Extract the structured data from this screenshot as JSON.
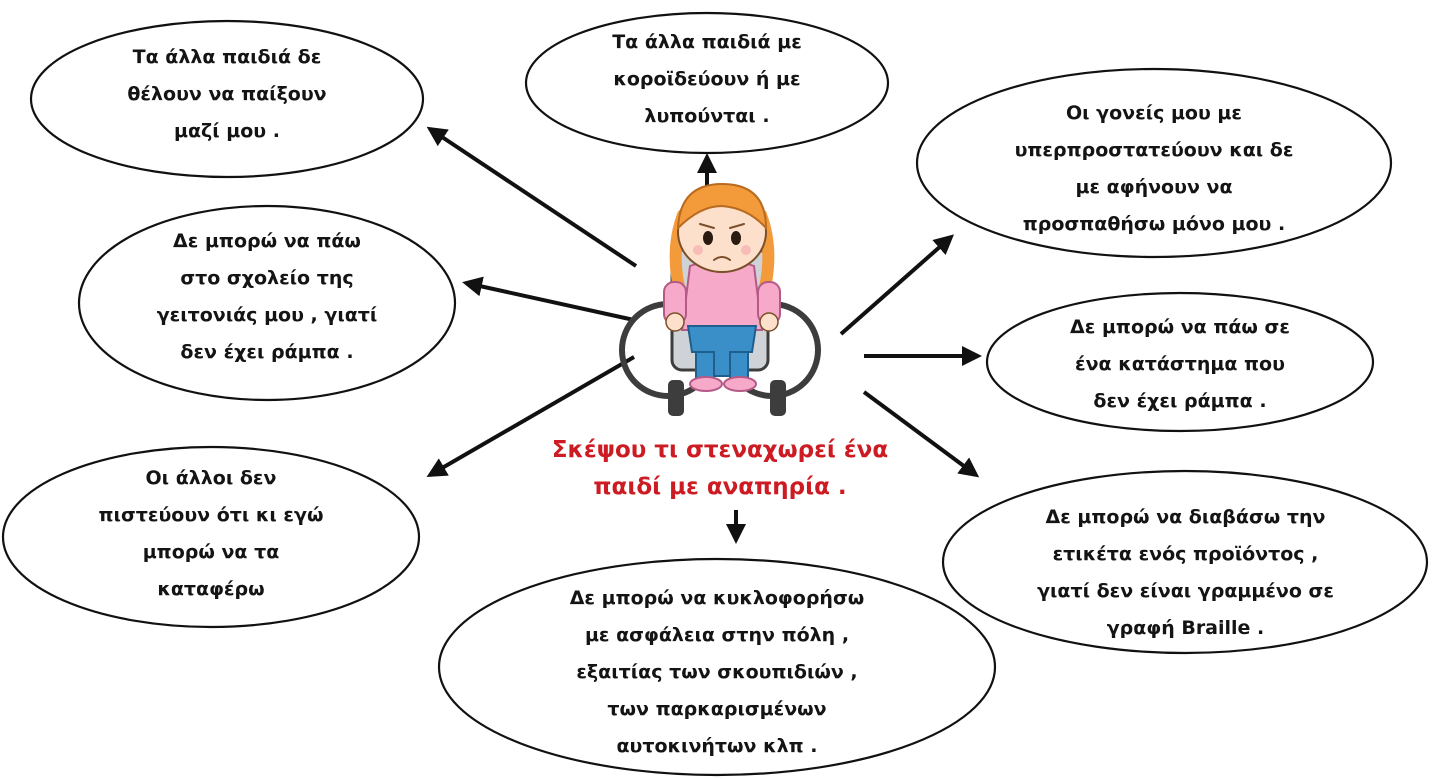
{
  "diagram": {
    "caption": "Σκέψου τι στεναχωρεί ένα\nπαιδί με αναπηρία .",
    "bubbles": [
      {
        "text": "Τα άλλα παιδιά δε\nθέλουν να παίξουν\nμαζί μου ."
      },
      {
        "text": "Τα άλλα παιδιά με\nκοροϊδεύουν ή με\nλυπούνται ."
      },
      {
        "text": "Οι γονείς μου με\nυπερπροστατεύουν και δε\nμε αφήνουν να\nπροσπαθήσω μόνο μου ."
      },
      {
        "text": "Δε μπορώ να πάω\nστο σχολείο της\nγειτονιάς μου , γιατί\nδεν έχει ράμπα ."
      },
      {
        "text": "Δε μπορώ να πάω σε\nένα κατάστημα που\nδεν έχει ράμπα ."
      },
      {
        "text": "Οι άλλοι δεν\nπιστεύουν ότι κι εγώ\nμπορώ να τα\nκαταφέρω"
      },
      {
        "text": "Δε μπορώ να διαβάσω την\nετικέτα ενός προϊόντος  ,\nγιατί δεν είναι γραμμένο σε\nγραφή Braille ."
      },
      {
        "text": "Δε μπορώ να κυκλοφορήσω\nμε ασφάλεια στην πόλη ,\nεξαιτίας των σκουπιδιών ,\nτων παρκαρισμένων\nαυτοκινήτων κλπ ."
      }
    ]
  },
  "colors": {
    "caption": "#cc1b22",
    "ink": "#111111",
    "shirt": "#f6a9c9",
    "hair": "#f39a3a",
    "jeans": "#3a8fc9",
    "wheelchair": "#3d3d3d"
  },
  "illustration": "girl-in-wheelchair-icon"
}
